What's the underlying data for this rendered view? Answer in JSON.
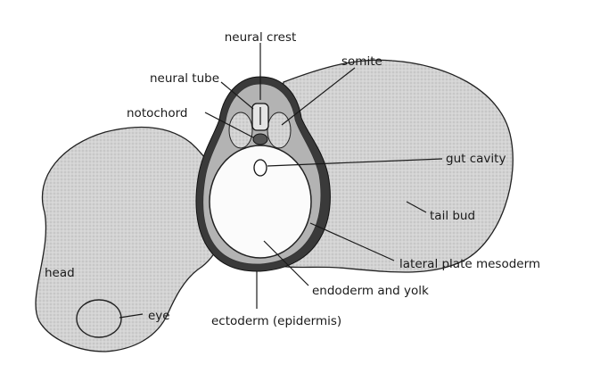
{
  "labels": {
    "neural_crest": "neural crest",
    "somite": "somite",
    "neural_tube": "neural tube",
    "notochord": "notochord",
    "gut_cavity": "gut cavity",
    "tail_bud": "tail bud",
    "lateral_plate_mesoderm": "lateral plate mesoderm",
    "endoderm_and_yolk": "endoderm and yolk",
    "ectoderm": "ectoderm (epidermis)",
    "head": "head",
    "eye": "eye"
  },
  "colors": {
    "tissue_fill": "#d2d2d2",
    "ectoderm": "#3a3a3a",
    "mesoderm": "#b3b3b3",
    "yolk": "#fbfbfb",
    "outline": "#1a1a1a"
  }
}
